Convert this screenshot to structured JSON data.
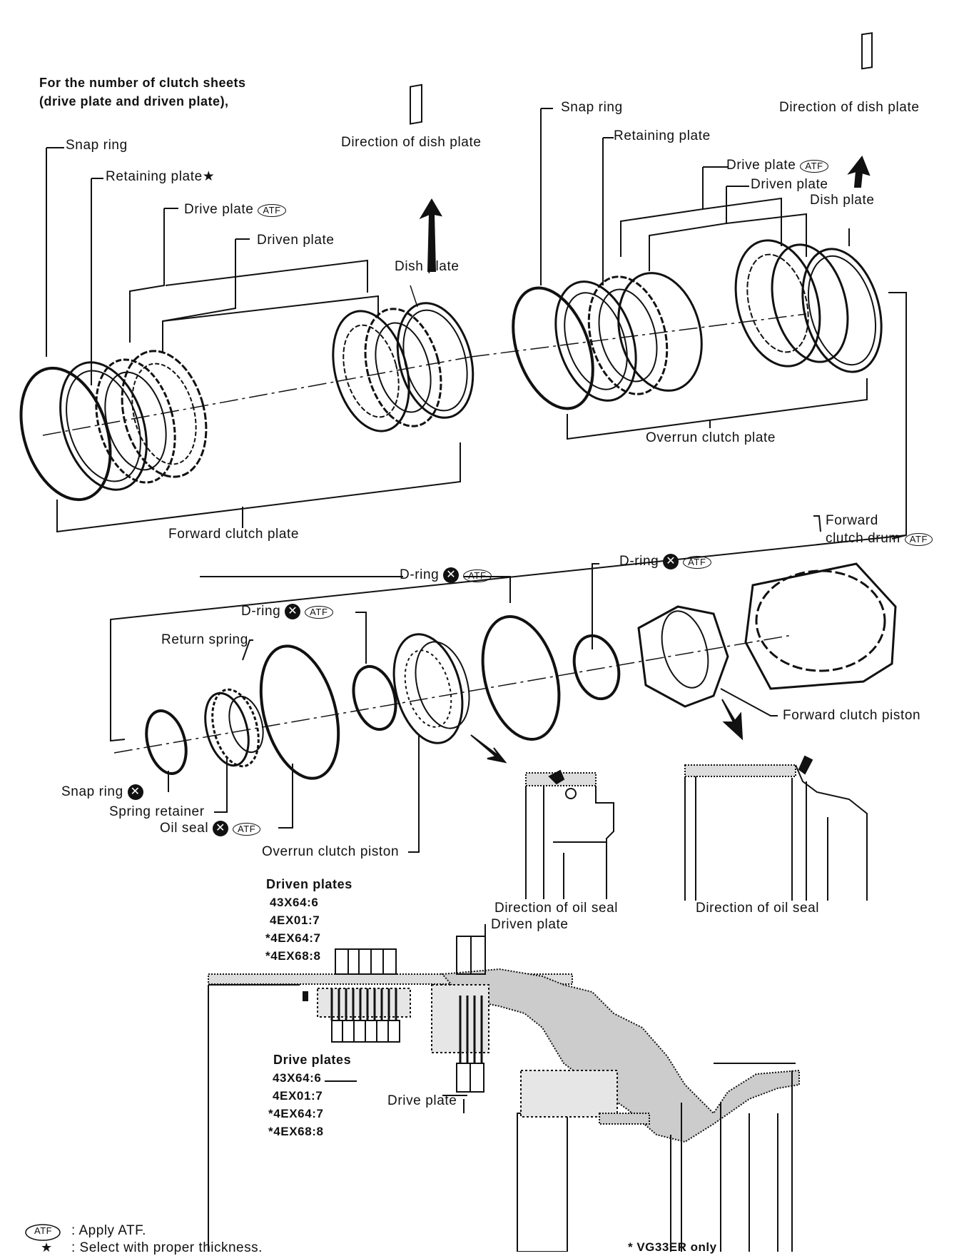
{
  "header": {
    "line1": "For the number of clutch sheets",
    "line2": "(drive plate and driven plate),"
  },
  "top_left": {
    "snap_ring": "Snap ring",
    "retaining_plate": "Retaining plate★",
    "drive_plate": "Drive plate",
    "driven_plate": "Driven plate",
    "direction_dish": "Direction of dish plate",
    "dish_plate": "Dish plate",
    "forward_clutch_plate": "Forward clutch plate"
  },
  "top_right": {
    "snap_ring": "Snap ring",
    "retaining_plate": "Retaining plate",
    "drive_plate": "Drive plate",
    "driven_plate": "Driven plate",
    "direction_dish": "Direction of dish plate",
    "dish_plate": "Dish plate",
    "overrun_clutch_plate": "Overrun clutch plate"
  },
  "middle": {
    "d_ring_center": "D-ring",
    "d_ring_right": "D-ring",
    "d_ring_left": "D-ring",
    "return_spring": "Return spring",
    "forward_clutch_drum_1": "Forward",
    "forward_clutch_drum_2": "clutch drum",
    "forward_clutch_piston": "Forward clutch piston",
    "snap_ring": "Snap ring",
    "spring_retainer": "Spring retainer",
    "oil_seal": "Oil seal",
    "overrun_clutch_piston": "Overrun clutch piston",
    "direction_oil_seal_1": "Direction of oil seal",
    "direction_oil_seal_2": "Direction of oil seal"
  },
  "section": {
    "driven_plates_title": "Driven plates",
    "driven_plates_counts": [
      "43X64:6",
      "4EX01:7",
      "*4EX64:7",
      "*4EX68:8"
    ],
    "drive_plates_title": "Drive plates",
    "drive_plates_counts": [
      "43X64:6",
      "4EX01:7",
      "*4EX64:7",
      "*4EX68:8"
    ],
    "driven_plate": "Driven plate",
    "drive_plate": "Drive plate"
  },
  "badges": {
    "atf": "ATF"
  },
  "legend": {
    "atf_text": ": Apply ATF.",
    "star_symbol": "★",
    "star_text": ": Select with proper thickness.",
    "vg_note": "* VG33ER only"
  }
}
